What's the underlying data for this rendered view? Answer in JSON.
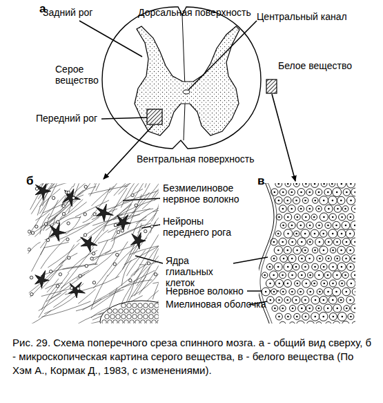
{
  "diagram": {
    "caption": "Рис. 29. Схема поперечного среза спинного мозга. а - общий вид сверху, б - микроскопическая картина серого вещества, в - белого вещества (По Хэм А., Кормак Д., 1983, с изменениями).",
    "labels": [
      "а",
      "Задний рог",
      "Дорсальная поверхность",
      "Центральный канал",
      "Серое вещество",
      "Белое вещество",
      "Передний рог",
      "Вентральная поверхность",
      "б",
      "в",
      "Безмиелиновое нервное волокно",
      "Нейроны переднего рога",
      "Ядра глиальных клеток",
      "Нервное волокно",
      "Миелиновая оболочка"
    ]
  }
}
